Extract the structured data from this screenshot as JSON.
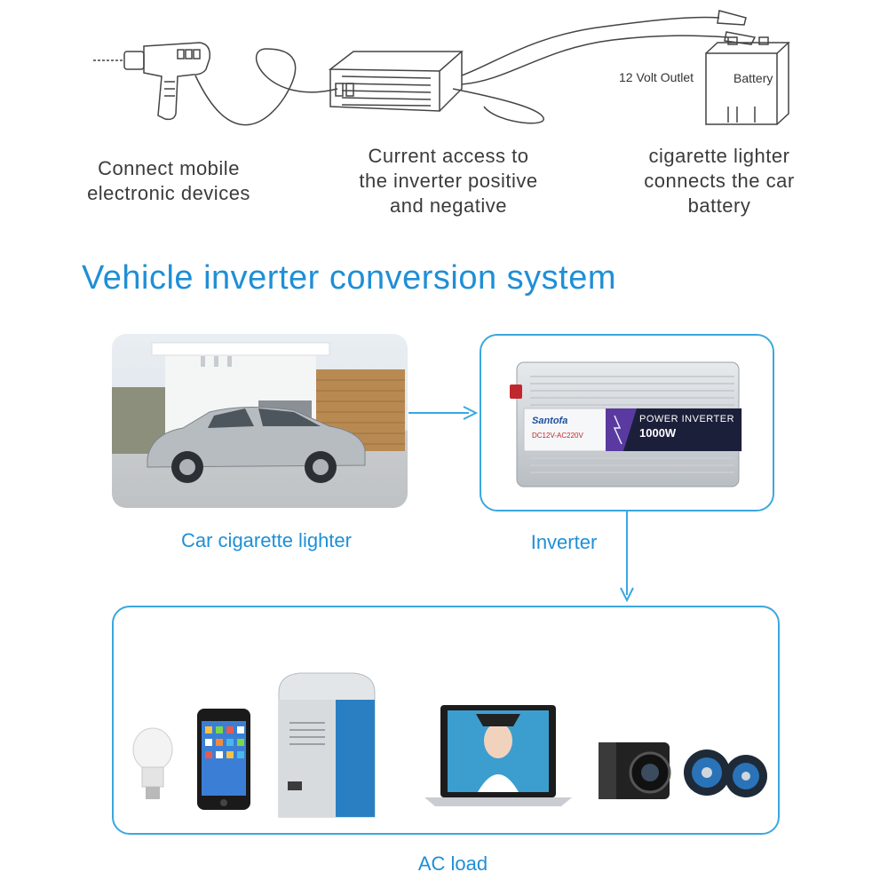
{
  "top_diagram": {
    "label_outlet": "12 Volt Outlet",
    "label_battery": "Battery",
    "caption_left": [
      "Connect mobile",
      "electronic devices"
    ],
    "caption_middle": [
      "Current access to",
      "the inverter positive",
      "and negative"
    ],
    "caption_right": [
      "cigarette lighter",
      "connects the car",
      "battery"
    ]
  },
  "title": "Vehicle inverter conversion system",
  "car_label": "Car cigarette lighter",
  "inverter": {
    "label": "Inverter",
    "brand": "Santofa",
    "name": "POWER INVERTER",
    "watt": "1000W",
    "spec": "DC12V-AC220V"
  },
  "load_label": "AC load",
  "colors": {
    "accent": "#1f8fd6",
    "box_border": "#3aa7e0"
  }
}
